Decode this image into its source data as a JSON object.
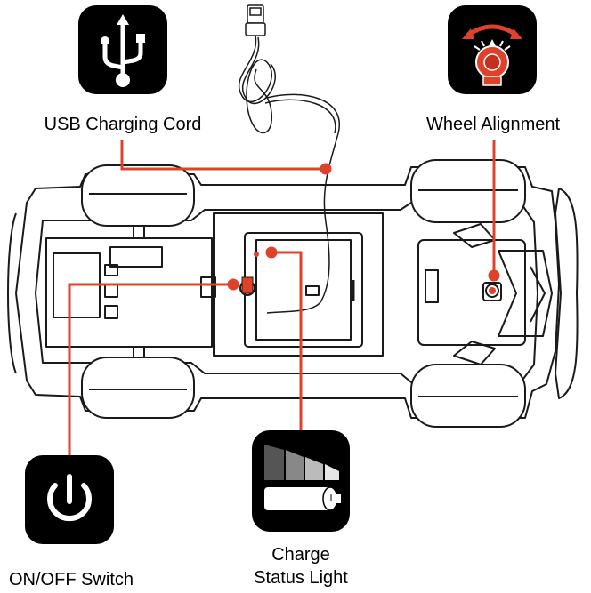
{
  "callouts": {
    "usb": {
      "label": "USB Charging Cord",
      "icon": "usb-icon"
    },
    "wheel": {
      "label": "Wheel Alignment",
      "icon": "alignment-dial-icon"
    },
    "power": {
      "label": "ON/OFF Switch",
      "icon": "power-icon"
    },
    "charge": {
      "label_line1": "Charge",
      "label_line2": "Status Light",
      "icon": "battery-level-icon"
    }
  },
  "colors": {
    "leader": "#e0412b",
    "tile": "#000000",
    "outline": "#1a1a1a"
  }
}
